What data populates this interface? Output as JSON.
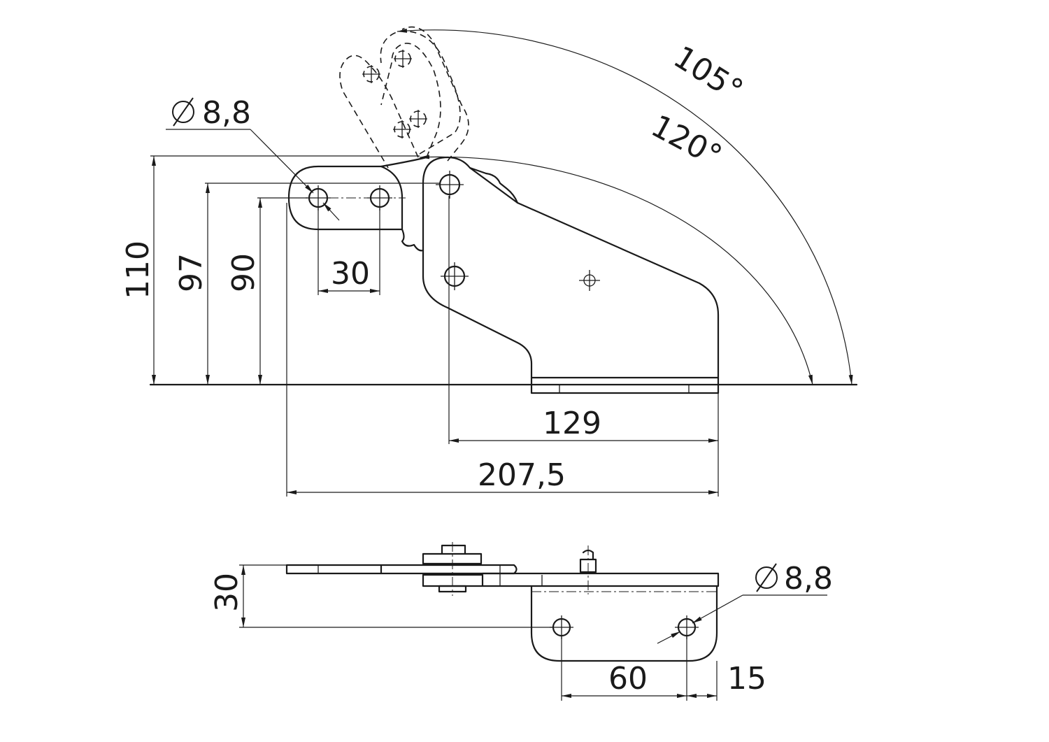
{
  "drawing": {
    "side_view": {
      "angle_outer": "105°",
      "angle_inner": "120°",
      "hole_diameter": "8,8",
      "hole_spacing": "30",
      "height_total": "110",
      "height_pivot": "97",
      "height_holes": "90",
      "length_base": "129",
      "length_total": "207,5"
    },
    "top_view": {
      "thickness": "30",
      "hole_diameter": "8,8",
      "hole_spacing": "60",
      "edge_offset": "15"
    },
    "diameter_symbol": "diameter-icon"
  }
}
